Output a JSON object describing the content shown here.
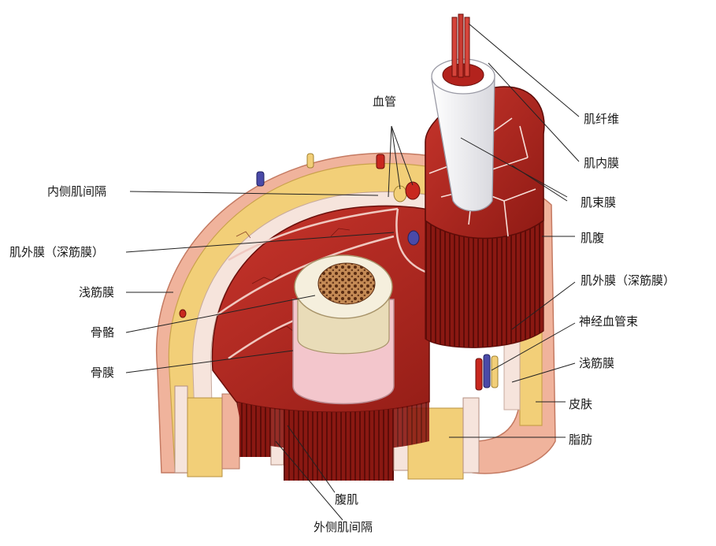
{
  "labels": {
    "blood_vessel": "血管",
    "muscle_fiber": "肌纤维",
    "endomysium": "肌内膜",
    "perimysium": "肌束膜",
    "muscle_belly": "肌腹",
    "epimysium_right": "肌外膜（深筋膜）",
    "neurovascular_bundle": "神经血管束",
    "superficial_fascia_right": "浅筋膜",
    "skin": "皮肤",
    "fat": "脂肪",
    "medial_septum": "内侧肌间隔",
    "epimysium_left": "肌外膜（深筋膜）",
    "superficial_fascia_left": "浅筋膜",
    "bone": "骨骼",
    "periosteum": "骨膜",
    "abdominal_muscle": "腹肌",
    "lateral_septum": "外侧肌间隔"
  },
  "colors": {
    "muscle": "#b3231d",
    "muscle_dark": "#7e130f",
    "fat": "#f2cf78",
    "skin": "#f0b39c",
    "fascia": "#f6e4dc",
    "bone": "#e9dcb8",
    "marrow": "#6b3a1c",
    "periosteum": "#f3c6cc",
    "leader": "#222222"
  }
}
